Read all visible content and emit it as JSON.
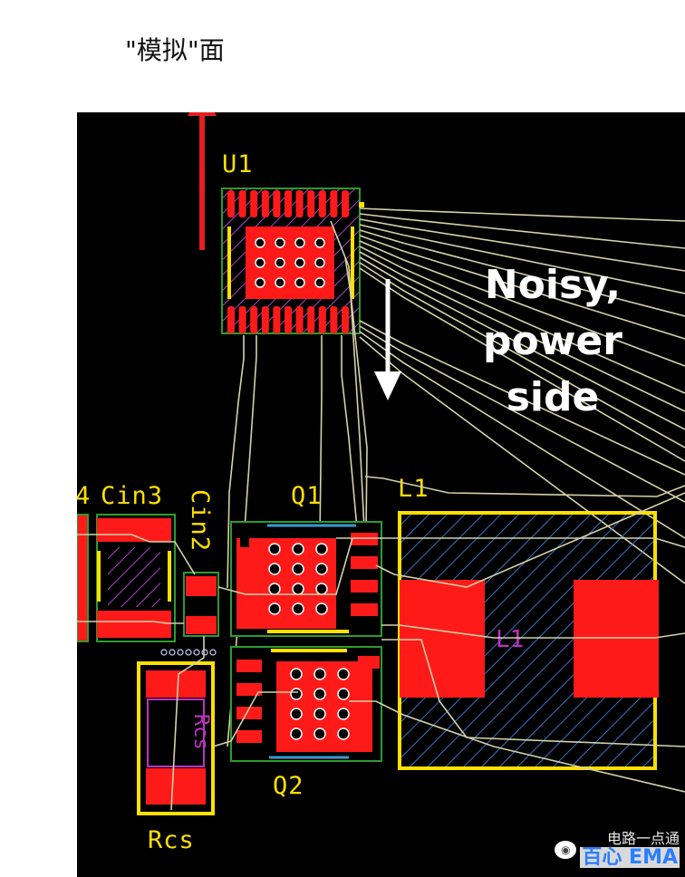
{
  "title": "\"模拟\"面",
  "annotation": {
    "line1": "Noisy,",
    "line2": "power",
    "line3": "side"
  },
  "components": {
    "u1": "U1",
    "cin3": "Cin3",
    "cin4_partial": "4",
    "cin2": "Cin2",
    "q1": "Q1",
    "q2": "Q2",
    "l1": "L1",
    "l1_inner": "L1",
    "rcs": "Rcs",
    "rcs_inner": "Rcs"
  },
  "watermark": {
    "line1": "电路一点通",
    "line2": "百心 EMA"
  },
  "colors": {
    "copper": "#ff1a1a",
    "silkscreen": "#ffe000",
    "outline_green": "#2c9c2c",
    "hatch_blue": "#3a72c8",
    "trace": "#d4d2a8",
    "arrow_red": "#e31e1e",
    "arrow_white": "#ffffff",
    "keepout_magenta": "#c030c0"
  },
  "icons": {
    "up_arrow": "red-up-arrow",
    "down_arrow": "white-down-arrow",
    "wechat": "wechat-icon"
  }
}
